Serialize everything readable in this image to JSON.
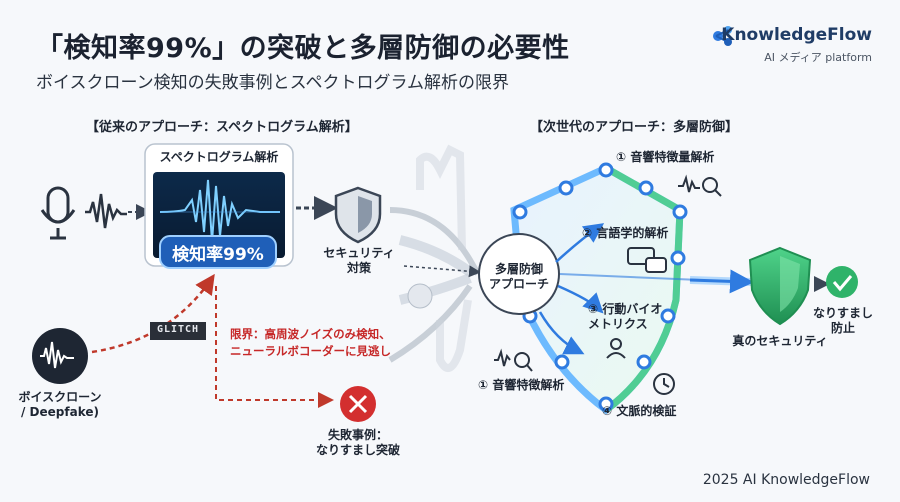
{
  "title": "「検知率99%」の突破と多層防御の必要性",
  "subtitle": "ボイスクローン検知の失敗事例とスペクトログラム解析の限界",
  "brand": {
    "name": "KnowledgeFlow",
    "tagline": "AI メディア platform"
  },
  "left_section": {
    "header": "【従来のアプローチ：スペクトログラム解析】",
    "panel_title": "スペクトログラム解析",
    "detection_rate": "検知率99%",
    "security_label_1": "セキュリティ",
    "security_label_2": "対策",
    "glitch": "GLITCH",
    "limit_1": "限界：高周波ノイズのみ検知、",
    "limit_2": "ニューラルボコーダーに見逃し",
    "clone_label_1": "ボイスクローン",
    "clone_label_2": "/ Deepfake)",
    "fail_label_1": "失敗事例：",
    "fail_label_2": "なりすまし突破"
  },
  "right_section": {
    "header": "【次世代のアプローチ：多層防御】",
    "core_1": "多層防御",
    "core_2": "アプローチ",
    "layer_top": "① 音響特徴量解析",
    "layer_linguistic": "② 言語学的解析",
    "layer_behavior_1": "③ 行動バイオ",
    "layer_behavior_2": "メトリクス",
    "layer_bottom": "① 音響特徴解析",
    "layer_context": "④ 文脈的検証",
    "true_security": "真のセキュリティ",
    "prevent_1": "なりすまし",
    "prevent_2": "防止"
  },
  "colors": {
    "accent_blue": "#2f7be0",
    "accent_green": "#2fb36a",
    "alert_red": "#d32f2f"
  },
  "footer": "2025 AI KnowledgeFlow"
}
